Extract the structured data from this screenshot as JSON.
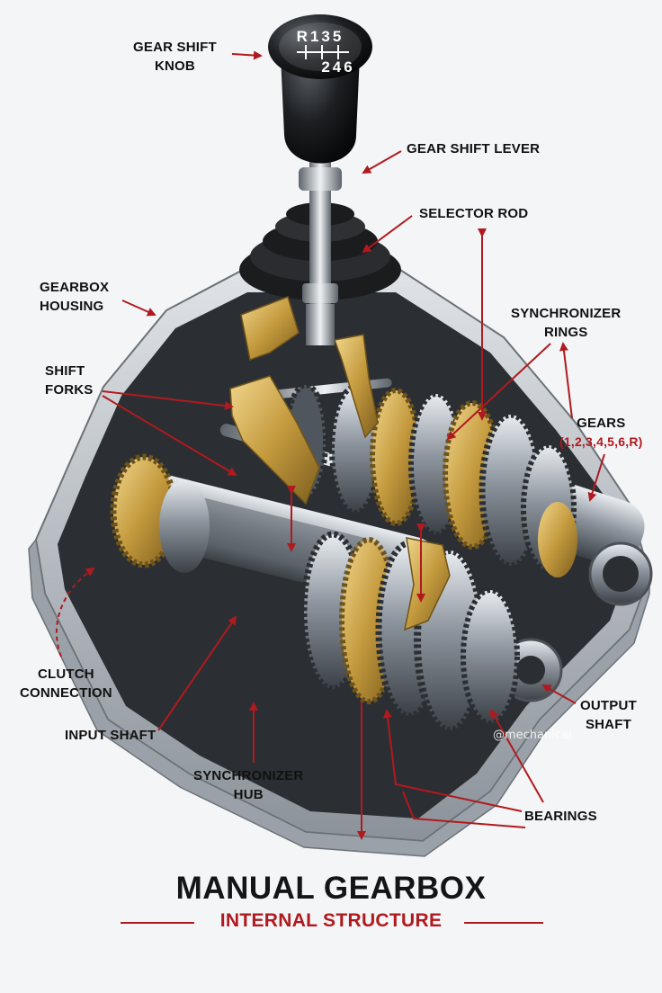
{
  "diagram": {
    "title": "MANUAL GEARBOX",
    "subtitle": "INTERNAL STRUCTURE",
    "knob_pattern": {
      "top": "R135",
      "bottom": "246"
    },
    "watermark": "@mechanical",
    "labels": {
      "gear_shift_knob": [
        "GEAR SHIFT",
        "KNOB"
      ],
      "gear_shift_lever": [
        "GEAR SHIFT LEVER"
      ],
      "selector_rod": [
        "SELECTOR ROD"
      ],
      "gearbox_housing": [
        "GEARBOX",
        "HOUSING"
      ],
      "synchronizer_rings": [
        "SYNCHRONIZER",
        "RINGS"
      ],
      "shift_forks": [
        "SHIFT",
        "FORKS"
      ],
      "gears": [
        "GEARS"
      ],
      "gears_detail": "(1,2,3,4,5,6,R)",
      "clutch_connection": [
        "CLUTCH",
        "CONNECTION"
      ],
      "input_shaft": [
        "INPUT SHAFT"
      ],
      "output_shaft": [
        "OUTPUT",
        "SHAFT"
      ],
      "synchronizer_hub": [
        "SYNCHRONIZER",
        "HUB"
      ],
      "bearings": [
        "BEARINGS"
      ]
    },
    "colors": {
      "accent": "#b01a1f",
      "text": "#111111",
      "brass": "#c9a24a",
      "steel": "#9aa3ad",
      "housing": "#b9bec4",
      "background": "#f4f5f7"
    }
  }
}
